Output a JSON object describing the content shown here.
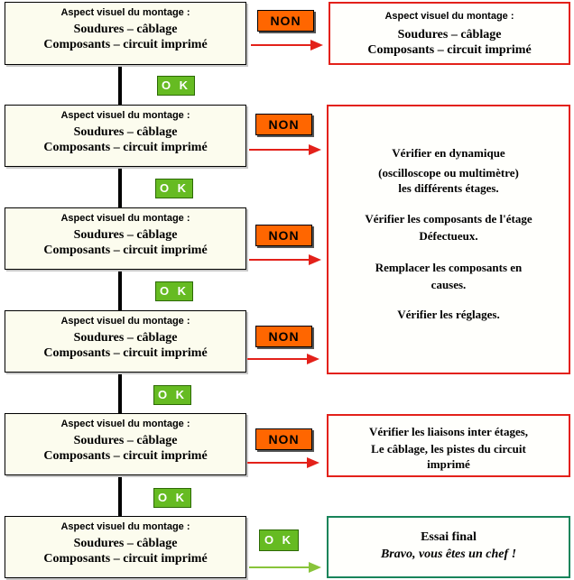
{
  "step": {
    "line1": "Aspect visuel du montage :",
    "line2": "Soudures – câblage",
    "line3": "Composants – circuit imprimé"
  },
  "labels": {
    "ok": "O K",
    "non": "NON"
  },
  "results": {
    "first": {
      "line1": "Aspect visuel du montage :",
      "line2": "Soudures – câblage",
      "line3": "Composants – circuit imprimé"
    },
    "big": [
      "Vérifier en dynamique",
      "(oscilloscope ou multimètre)",
      "les différents étages.",
      "Vérifier les composants de l'étage",
      "Défectueux.",
      "Remplacer les composants en",
      "causes.",
      "Vérifier les réglages."
    ],
    "liaisons": [
      "Vérifier les liaisons inter étages,",
      "Le câblage, les pistes du circuit",
      "imprimé"
    ],
    "final": {
      "title": "Essai final",
      "subtitle": "Bravo, vous êtes un chef !"
    }
  },
  "colors": {
    "step_bg": "#fcfcee",
    "ok_green": "#66bb22",
    "non_orange": "#ff6600",
    "arrow_red": "#e3211a",
    "arrow_green": "#88c43a",
    "final_border": "#18845a"
  }
}
